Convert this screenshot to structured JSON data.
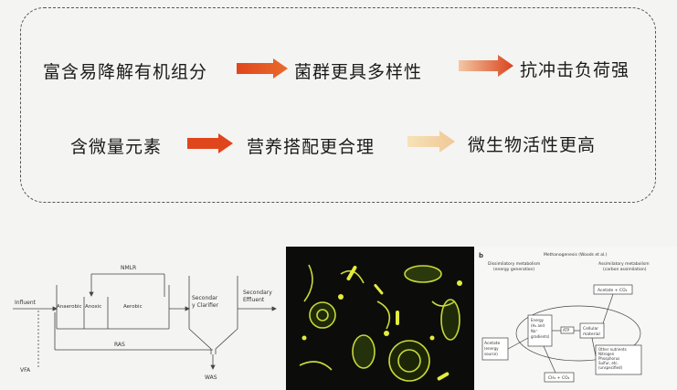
{
  "flow": {
    "row1": [
      "富含易降解有机组分",
      "菌群更具多样性",
      "抗冲击负荷强"
    ],
    "row2": [
      "含微量元素",
      "营养搭配更合理",
      "微生物活性更高"
    ]
  },
  "process_diagram": {
    "influent": "Influent",
    "vfa": "VFA",
    "anaerobic": "Anaerobic",
    "anoxic": "Anoxic",
    "aerobic": "Aerobic",
    "nmlr": "NMLR",
    "clarifier_line1": "Secondar",
    "clarifier_line2": "y Clarifier",
    "effluent_line1": "Secondary",
    "effluent_line2": "Effluent",
    "ras": "RAS",
    "was": "WAS"
  },
  "science_figure": {
    "panel_label": "b",
    "title": "Methanogenesis (Woods et al.)",
    "left_heading": "Dissimilatory metabolism",
    "left_sub": "(energy generation)",
    "right_heading": "Assimilatory metabolism",
    "right_sub": "(carbon assimilation)",
    "top_box": "Acetate + CO₂",
    "center_node_line1": "Energy",
    "center_node_line2": "(H₂ and",
    "center_node_line3": "Na⁺",
    "center_node_line4": "gradients)",
    "atp": "ATP",
    "cell_line1": "Cellular",
    "cell_line2": "material",
    "acetate_line1": "Acetate",
    "acetate_line2": "(energy",
    "acetate_line3": "source)",
    "bottom_box": "CH₄ + CO₂",
    "nutrients_line1": "Other nutrients",
    "nutrients_line2": "Nitrogen",
    "nutrients_line3": "Phosphorus",
    "nutrients_line4": "Sulfur, etc.",
    "nutrients_line5": "(unspecified)"
  },
  "colors": {
    "arrow_orange": "#e0461c",
    "arrow_faded": "#f3d7a8",
    "dashed_border": "#555555"
  }
}
